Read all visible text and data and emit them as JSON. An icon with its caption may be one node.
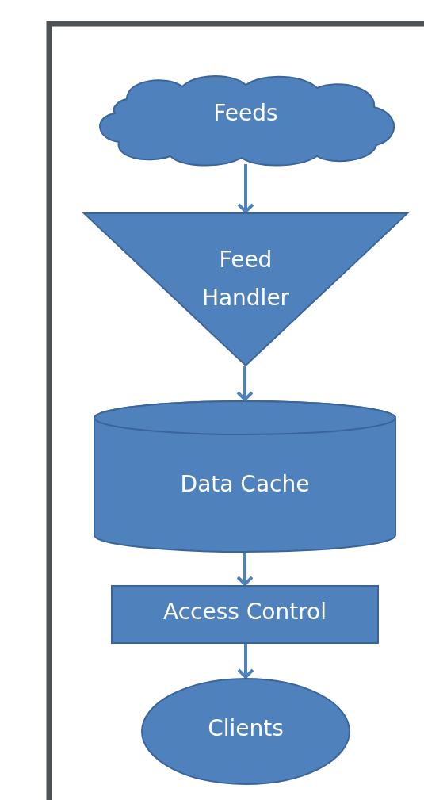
{
  "diagram": {
    "nodes": [
      {
        "text": [
          "Feeds"
        ]
      },
      {
        "text": [
          "Feed Handler"
        ]
      },
      {
        "text": [
          "Data Cache"
        ]
      },
      {
        "text": [
          "Access Control"
        ]
      },
      {
        "text": [
          "Clients"
        ]
      }
    ],
    "edges": [
      {
        "from": 0,
        "to": 1,
        "arrow": "to"
      },
      {
        "from": 1,
        "to": 2,
        "arrow": "to"
      },
      {
        "from": 2,
        "to": 3,
        "arrow": "to"
      },
      {
        "from": 3,
        "to": 4,
        "arrow": "to"
      }
    ]
  }
}
